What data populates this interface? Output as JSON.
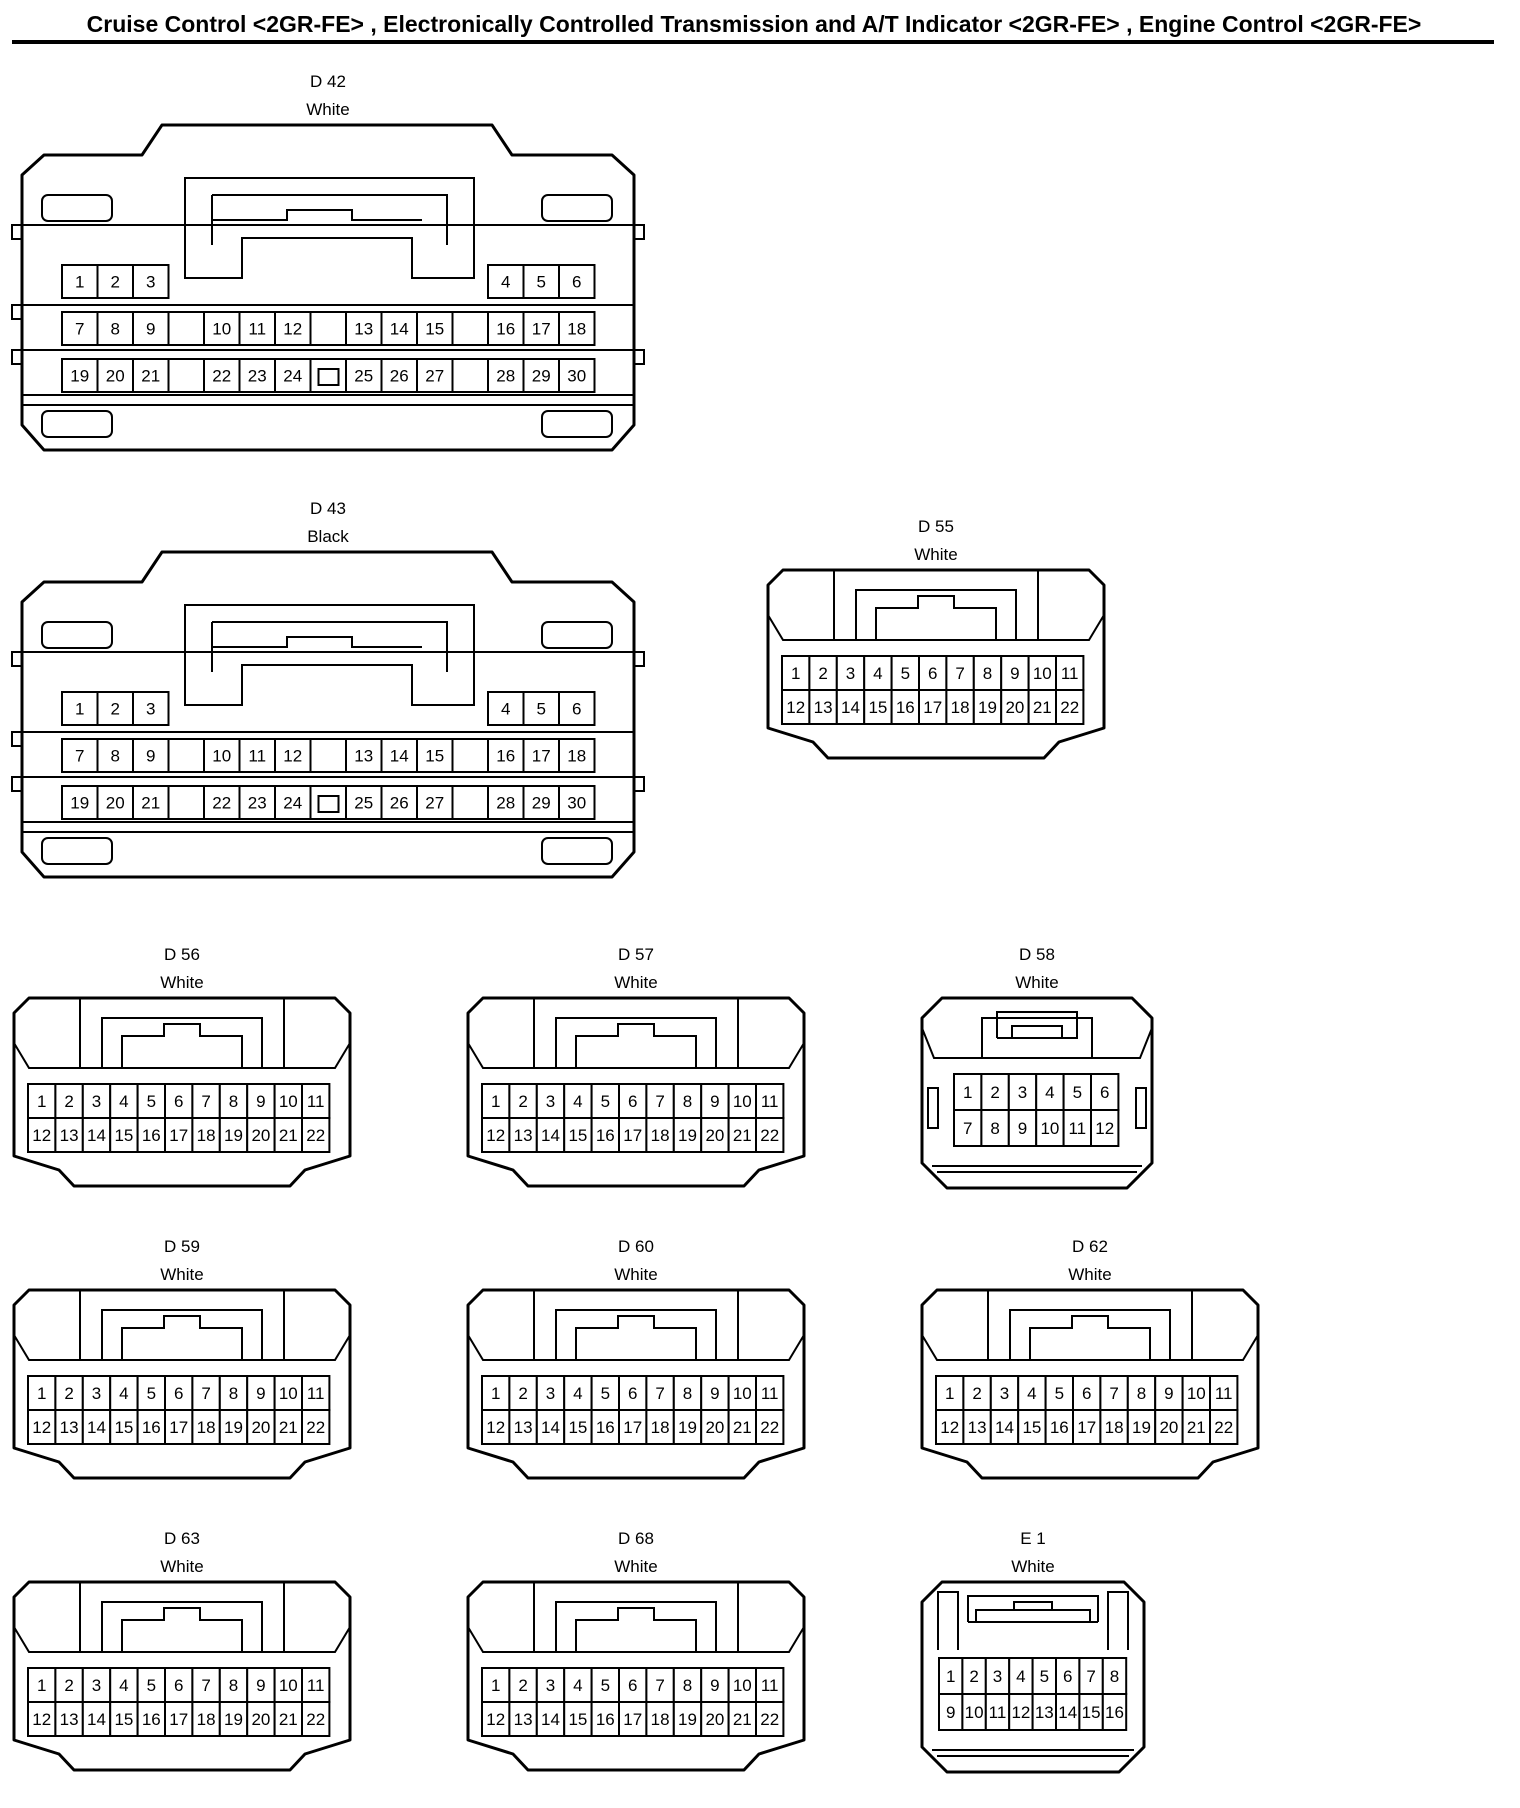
{
  "page": {
    "title": "Cruise Control <2GR-FE> , Electronically Controlled Transmission and A/T Indicator <2GR-FE> , Engine Control <2GR-FE>"
  },
  "connectors": [
    {
      "id": "D 42",
      "color": "White",
      "style": "large30",
      "rows": [
        [
          "1",
          "2",
          "3",
          "",
          "",
          "",
          "",
          "",
          "",
          "",
          "",
          "",
          "4",
          "5",
          "6"
        ],
        [
          "7",
          "8",
          "9",
          "",
          "10",
          "11",
          "12",
          "",
          "13",
          "14",
          "15",
          "",
          "16",
          "17",
          "18"
        ],
        [
          "19",
          "20",
          "21",
          "",
          "22",
          "23",
          "24",
          "",
          "25",
          "26",
          "27",
          "",
          "28",
          "29",
          "30"
        ]
      ]
    },
    {
      "id": "D 43",
      "color": "Black",
      "style": "large30",
      "rows": [
        [
          "1",
          "2",
          "3",
          "",
          "",
          "",
          "",
          "",
          "",
          "",
          "",
          "",
          "4",
          "5",
          "6"
        ],
        [
          "7",
          "8",
          "9",
          "",
          "10",
          "11",
          "12",
          "",
          "13",
          "14",
          "15",
          "",
          "16",
          "17",
          "18"
        ],
        [
          "19",
          "20",
          "21",
          "",
          "22",
          "23",
          "24",
          "",
          "25",
          "26",
          "27",
          "",
          "28",
          "29",
          "30"
        ]
      ]
    },
    {
      "id": "D 55",
      "color": "White",
      "style": "std22",
      "rows": [
        [
          "1",
          "2",
          "3",
          "4",
          "5",
          "6",
          "7",
          "8",
          "9",
          "10",
          "11"
        ],
        [
          "12",
          "13",
          "14",
          "15",
          "16",
          "17",
          "18",
          "19",
          "20",
          "21",
          "22"
        ]
      ]
    },
    {
      "id": "D 56",
      "color": "White",
      "style": "std22",
      "rows": [
        [
          "1",
          "2",
          "3",
          "4",
          "5",
          "6",
          "7",
          "8",
          "9",
          "10",
          "11"
        ],
        [
          "12",
          "13",
          "14",
          "15",
          "16",
          "17",
          "18",
          "19",
          "20",
          "21",
          "22"
        ]
      ]
    },
    {
      "id": "D 57",
      "color": "White",
      "style": "std22",
      "rows": [
        [
          "1",
          "2",
          "3",
          "4",
          "5",
          "6",
          "7",
          "8",
          "9",
          "10",
          "11"
        ],
        [
          "12",
          "13",
          "14",
          "15",
          "16",
          "17",
          "18",
          "19",
          "20",
          "21",
          "22"
        ]
      ]
    },
    {
      "id": "D 58",
      "color": "White",
      "style": "small12",
      "rows": [
        [
          "1",
          "2",
          "3",
          "4",
          "5",
          "6"
        ],
        [
          "7",
          "8",
          "9",
          "10",
          "11",
          "12"
        ]
      ]
    },
    {
      "id": "D 59",
      "color": "White",
      "style": "std22",
      "rows": [
        [
          "1",
          "2",
          "3",
          "4",
          "5",
          "6",
          "7",
          "8",
          "9",
          "10",
          "11"
        ],
        [
          "12",
          "13",
          "14",
          "15",
          "16",
          "17",
          "18",
          "19",
          "20",
          "21",
          "22"
        ]
      ]
    },
    {
      "id": "D 60",
      "color": "White",
      "style": "std22",
      "rows": [
        [
          "1",
          "2",
          "3",
          "4",
          "5",
          "6",
          "7",
          "8",
          "9",
          "10",
          "11"
        ],
        [
          "12",
          "13",
          "14",
          "15",
          "16",
          "17",
          "18",
          "19",
          "20",
          "21",
          "22"
        ]
      ]
    },
    {
      "id": "D 62",
      "color": "White",
      "style": "std22",
      "rows": [
        [
          "1",
          "2",
          "3",
          "4",
          "5",
          "6",
          "7",
          "8",
          "9",
          "10",
          "11"
        ],
        [
          "12",
          "13",
          "14",
          "15",
          "16",
          "17",
          "18",
          "19",
          "20",
          "21",
          "22"
        ]
      ]
    },
    {
      "id": "D 63",
      "color": "White",
      "style": "std22",
      "rows": [
        [
          "1",
          "2",
          "3",
          "4",
          "5",
          "6",
          "7",
          "8",
          "9",
          "10",
          "11"
        ],
        [
          "12",
          "13",
          "14",
          "15",
          "16",
          "17",
          "18",
          "19",
          "20",
          "21",
          "22"
        ]
      ]
    },
    {
      "id": "D 68",
      "color": "White",
      "style": "std22",
      "rows": [
        [
          "1",
          "2",
          "3",
          "4",
          "5",
          "6",
          "7",
          "8",
          "9",
          "10",
          "11"
        ],
        [
          "12",
          "13",
          "14",
          "15",
          "16",
          "17",
          "18",
          "19",
          "20",
          "21",
          "22"
        ]
      ]
    },
    {
      "id": "E 1",
      "color": "White",
      "style": "small16",
      "rows": [
        [
          "1",
          "2",
          "3",
          "4",
          "5",
          "6",
          "7",
          "8"
        ],
        [
          "9",
          "10",
          "11",
          "12",
          "13",
          "14",
          "15",
          "16"
        ]
      ]
    }
  ]
}
